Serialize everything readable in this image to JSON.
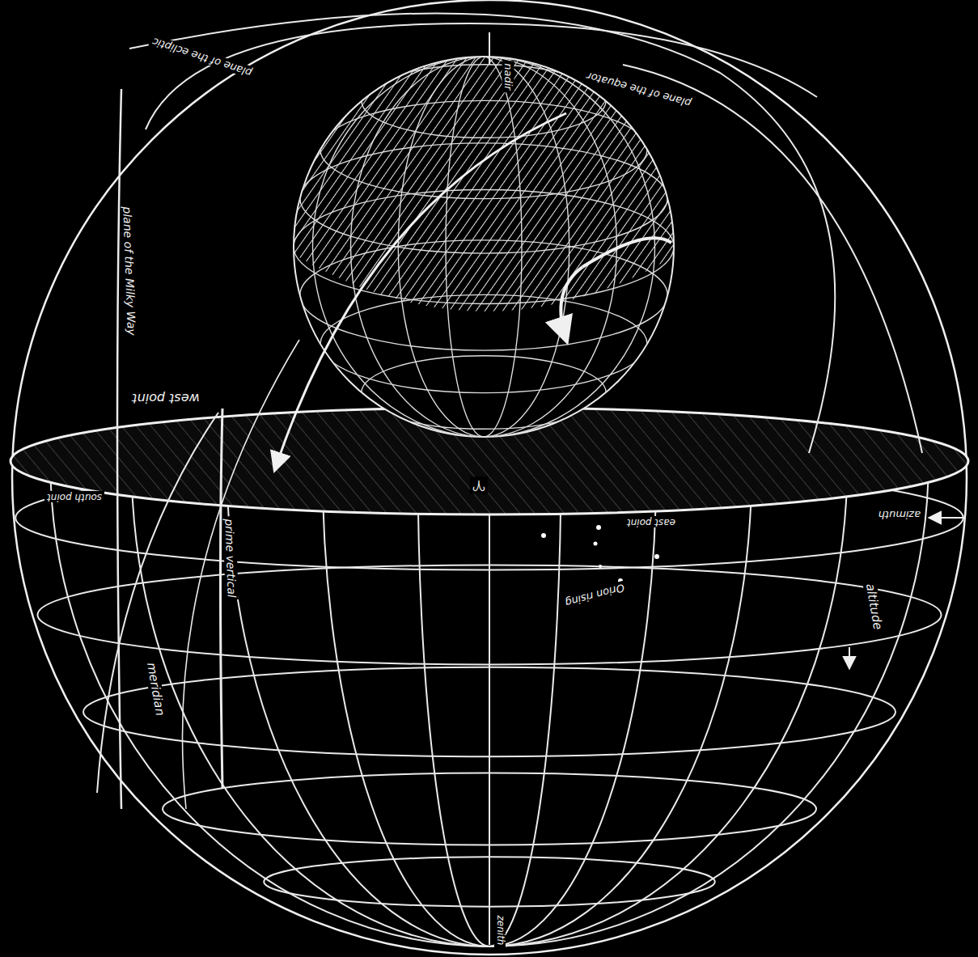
{
  "diagram": {
    "labels": [
      "nadir",
      "plane of the ecliptic",
      "plane of the equator",
      "plane of the Milky Way",
      "west point",
      "south point",
      "east point",
      "azimuth",
      "altitude",
      "prime vertical",
      "meridian",
      "Orion rising",
      "♈",
      "zenith"
    ]
  }
}
